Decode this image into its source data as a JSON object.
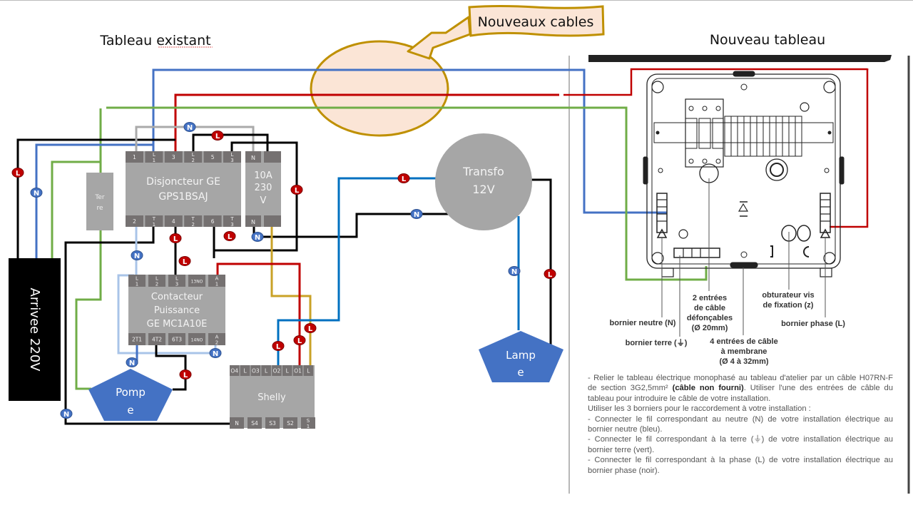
{
  "titles": {
    "left": "Tableau existant",
    "right": "Nouveau tableau",
    "callout": "Nouveaux cables"
  },
  "colors": {
    "phase_wire": "#c00000",
    "neutral_wire": "#4472c4",
    "neutral_light_wire": "#a9c4e8",
    "earth_wire": "#70ad47",
    "black_wire": "#000000",
    "switched_wire": "#c9a227",
    "lamp_wire": "#0070c0",
    "component_fill": "#a6a6a6",
    "terminal_fill": "#757171",
    "shape_blue": "#4472c4",
    "callout_fill": "#fbe5d6",
    "callout_border": "#bf9000",
    "badge_L": "#c00000",
    "badge_N": "#4472c4"
  },
  "components": {
    "arrivee": {
      "label": "Arrivee 220V"
    },
    "terre": {
      "line1": "Ter",
      "line2": "re"
    },
    "disjoncteur": {
      "line1": "Disjoncteur GE",
      "line2": "GPS1BSAJ",
      "top_terminals": [
        {
          "main": "1",
          "sub": ""
        },
        {
          "main": "L",
          "sub": "1"
        },
        {
          "main": "3",
          "sub": ""
        },
        {
          "main": "L",
          "sub": "2"
        },
        {
          "main": "5",
          "sub": ""
        },
        {
          "main": "L",
          "sub": "3"
        }
      ],
      "bottom_terminals": [
        {
          "main": "2",
          "sub": ""
        },
        {
          "main": "T",
          "sub": "1"
        },
        {
          "main": "4",
          "sub": ""
        },
        {
          "main": "T",
          "sub": "2"
        },
        {
          "main": "6",
          "sub": ""
        },
        {
          "main": "T",
          "sub": "3"
        }
      ]
    },
    "breaker10a": {
      "line1": "10A",
      "line2": "230",
      "line3": "V",
      "top_terminal": "N",
      "bottom_terminal": "N"
    },
    "contacteur": {
      "line1": "Contacteur",
      "line2": "Puissance",
      "line3": "GE MC1A10E",
      "top_terminals": [
        "L 1",
        "L 2",
        "L 3",
        "13NO",
        "A 1"
      ],
      "bottom_terminals": [
        "2T1",
        "4T2",
        "6T3",
        "14NO",
        "A 2"
      ]
    },
    "shelly": {
      "label": "Shelly",
      "top_terminals": [
        "O4",
        "L",
        "O3",
        "L",
        "O2",
        "L",
        "O1",
        "L"
      ],
      "bottom_terminals": [
        "N",
        "S4",
        "S3",
        "S2",
        "S 1"
      ]
    },
    "transfo": {
      "line1": "Transfo",
      "line2": "12V"
    },
    "pompe": {
      "line1": "Pomp",
      "line2": "e"
    },
    "lampe": {
      "line1": "Lamp",
      "line2": "e"
    }
  },
  "badges": {
    "phase": "L",
    "neutral": "N"
  },
  "panel_labels": {
    "entrees_defoncables": [
      "2 entrées",
      "de câble",
      "défonçables",
      "(Ø 20mm)"
    ],
    "obturateur": [
      "obturateur vis",
      "de fixation (z)"
    ],
    "bornier_neutre": "bornier neutre (N)",
    "bornier_terre": "bornier terre (⏚)",
    "bornier_phase": "bornier phase (L)",
    "entrees_membrane": [
      "4 entrées de câble",
      "à membrane",
      "(Ø 4 à 32mm)"
    ]
  },
  "instructions": {
    "p1_a": "- Relier le tableau électrique monophasé au tableau d'atelier par un câble H07RN-F de section 3G2,5mm² ",
    "p1_bold": "(câble non fourni)",
    "p1_b": ". Utiliser l'une des entrées de câble du tableau pour introduire le câble de votre installation.",
    "p2": "Utiliser les 3 borniers pour le raccordement à votre installation :",
    "p3": "- Connecter le fil correspondant au neutre (N) de votre installation électrique au bornier neutre (bleu).",
    "p4": "- Connecter le fil correspondant à la terre (⏚) de votre installation électrique au bornier terre (vert).",
    "p5": "- Connecter le fil correspondant à la phase (L) de votre installation électrique au bornier phase (noir)."
  }
}
